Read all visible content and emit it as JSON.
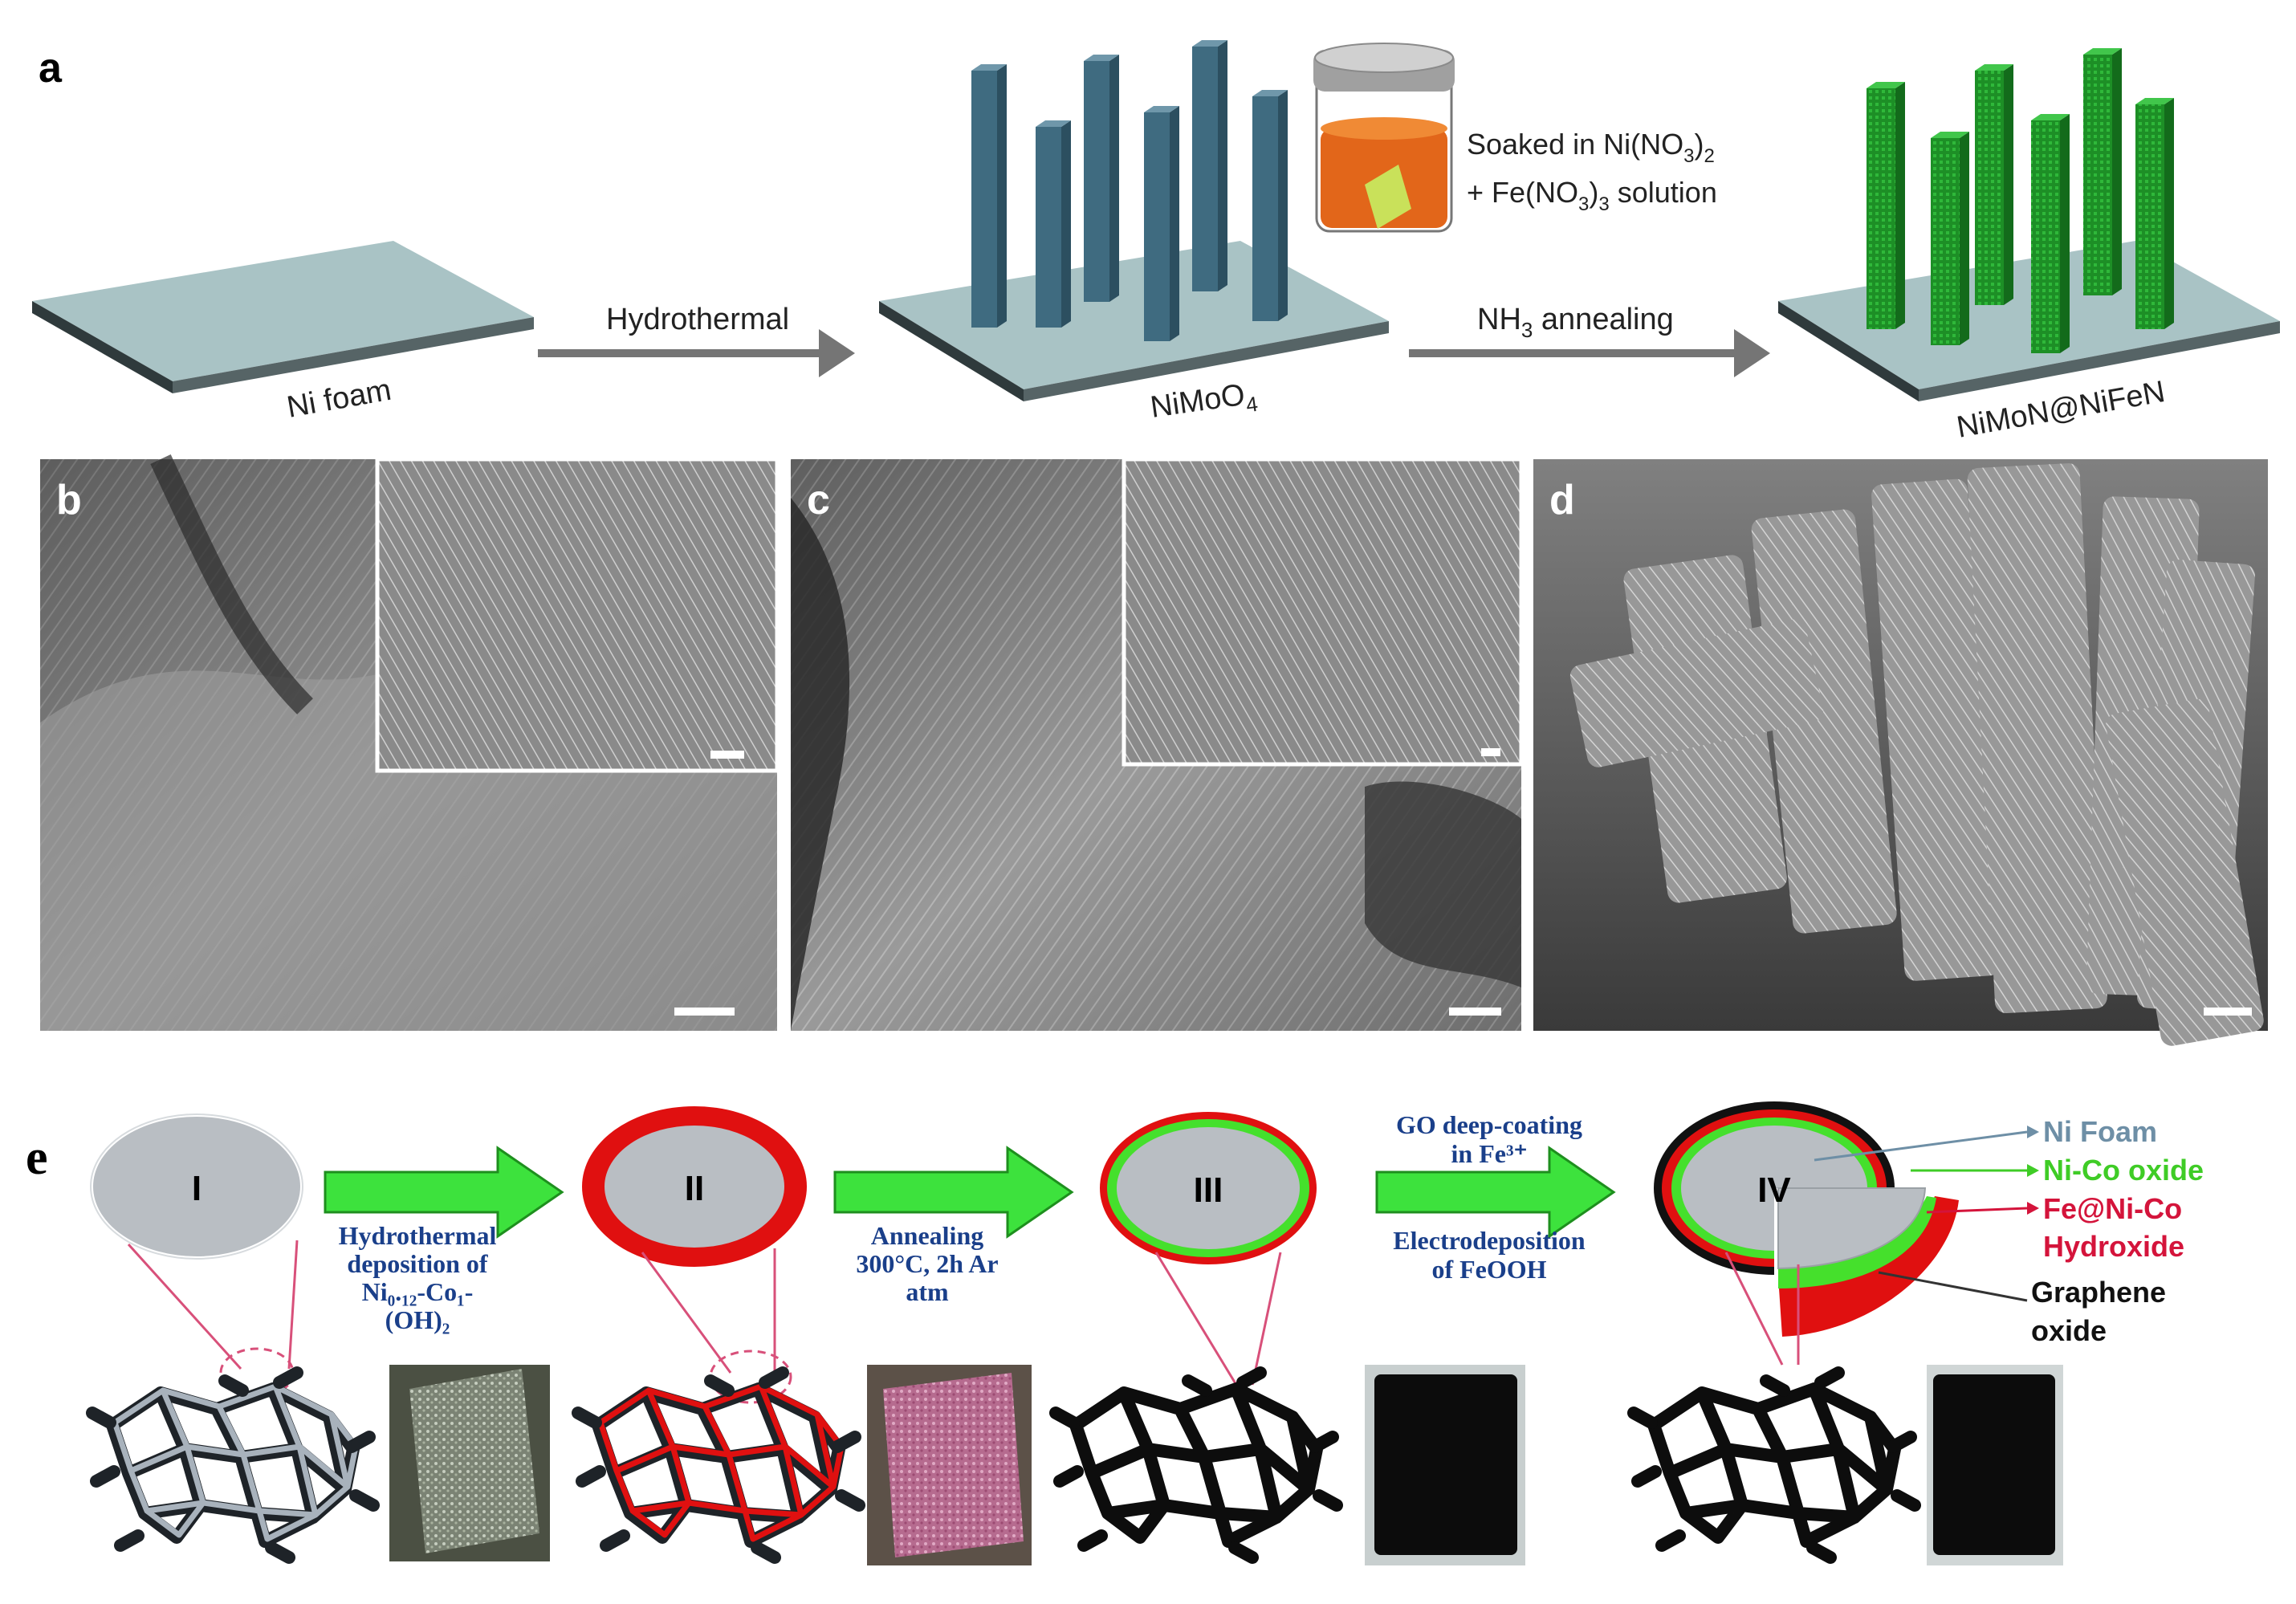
{
  "panel_a": {
    "label": "a",
    "stage1": "Ni foam",
    "step1": "Hydrothermal",
    "stage2": "NiMoO",
    "stage2_sub": "4",
    "soak_line1": "Soaked in Ni(NO",
    "soak_line1_sub": "3",
    "soak_line1_end": ")",
    "soak_line1_sub2": "2",
    "soak_line2": "+ Fe(NO",
    "soak_line2_sub": "3",
    "soak_line2_mid": ")",
    "soak_line2_sub2": "3",
    "soak_line2_end": " solution",
    "step2": "NH",
    "step2_sub": "3",
    "step2_end": " annealing",
    "stage3": "NiMoN@NiFeN"
  },
  "sem": {
    "b_label": "b",
    "c_label": "c",
    "d_label": "d"
  },
  "panel_e": {
    "label": "e",
    "stage_I": "I",
    "stage_II": "II",
    "stage_III": "III",
    "stage_IV": "IV",
    "step1_lines": [
      "Hydrothermal",
      "deposition of",
      "Ni₀.₁₂-Co₁-",
      "(OH)₂"
    ],
    "step2_lines": [
      "Annealing",
      "300°C, 2h Ar",
      "atm"
    ],
    "step3_top": [
      "GO deep-coating",
      "in Fe³⁺"
    ],
    "step3_bottom": [
      "Electrodeposition",
      "of FeOOH"
    ],
    "legend_ni_foam": "Ni Foam",
    "legend_nico_oxide": "Ni-Co oxide",
    "legend_fe_line1": "Fe@Ni-Co",
    "legend_fe_line2": "Hydroxide",
    "legend_go_line1": "Graphene",
    "legend_go_line2": "oxide"
  },
  "colors": {
    "substrate_top": "#a9c3c5",
    "substrate_side": "#2f3a3c",
    "nimoo4_rod": "#3f6b80",
    "nimon_rod": "#1f9a2a",
    "arrow_gray": "#757575",
    "arrow_green": "#3de23d",
    "ni_foam_gray": "#b9bec3",
    "hydroxide_red": "#e01010",
    "oxide_green": "#45e02c",
    "blue_text": "#1a3f8a",
    "legend_blue": "#6e8fa6",
    "legend_green": "#3fcc26",
    "legend_red": "#d4143b",
    "sem_bg": "#6a6a6a"
  }
}
